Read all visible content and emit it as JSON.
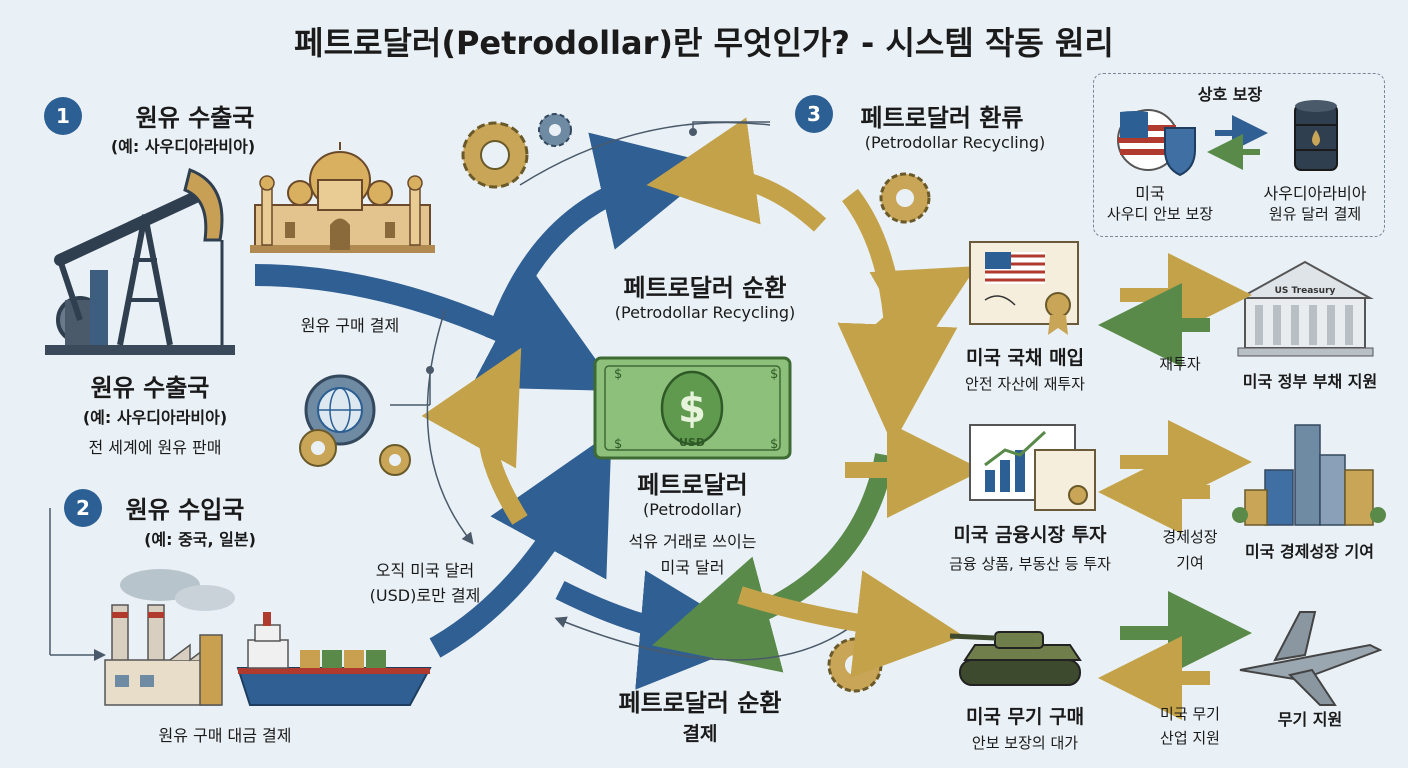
{
  "title": "페트로달러(Petrodollar)란 무엇인가? - 시스템 작동 원리",
  "step1": {
    "number": "1",
    "title": "원유 수출국",
    "example": "(예: 사우디아라비아)"
  },
  "exporter": {
    "title": "원유 수출국",
    "example": "(예: 사우디아라비아)",
    "desc": "전 세계에 원유 판매"
  },
  "payment_label": "원유 구매 결제",
  "step2": {
    "number": "2",
    "title": "원유 수입국",
    "example": "(예: 중국, 일본)"
  },
  "importer_label": "원유 구매 대금 결제",
  "usd_only": {
    "line1": "오직 미국 달러",
    "line2": "(USD)로만 결제"
  },
  "step3": {
    "number": "3",
    "title": "페트로달러 환류",
    "subtitle": "(Petrodollar Recycling)"
  },
  "cycle_top": {
    "title": "페트로달러 순환",
    "subtitle": "(Petrodollar Recycling)"
  },
  "center": {
    "bill_label": "USD",
    "title": "페트로달러",
    "subtitle": "(Petrodollar)",
    "desc1": "석유 거래로 쓰이는",
    "desc2": "미국 달러"
  },
  "cycle_bottom": {
    "title": "페트로달러 순환",
    "subtitle": "결제"
  },
  "mutual": {
    "title": "상호 보장",
    "us_name": "미국",
    "us_desc": "사우디 안보 보장",
    "sa_name": "사우디아라비아",
    "sa_desc": "원유 달러 결제"
  },
  "bonds": {
    "title": "미국 국채 매입",
    "desc": "안전 자산에 재투자",
    "arrow_label": "재투자",
    "treasury_sign": "US Treasury",
    "result": "미국 정부 부채 지원"
  },
  "markets": {
    "title": "미국 금융시장 투자",
    "desc": "금융 상품, 부동산 등 투자",
    "arrow_label1": "경제성장",
    "arrow_label2": "기여",
    "result": "미국 경제성장 기여"
  },
  "weapons": {
    "title": "미국 무기 구매",
    "desc": "안보 보장의 대가",
    "arrow_label1": "미국 무기",
    "arrow_label2": "산업 지원",
    "result": "무기 지원"
  },
  "colors": {
    "blue": "#2f5f93",
    "gold": "#c4a24a",
    "green": "#5a8a4a",
    "bill": "#7db56a"
  }
}
